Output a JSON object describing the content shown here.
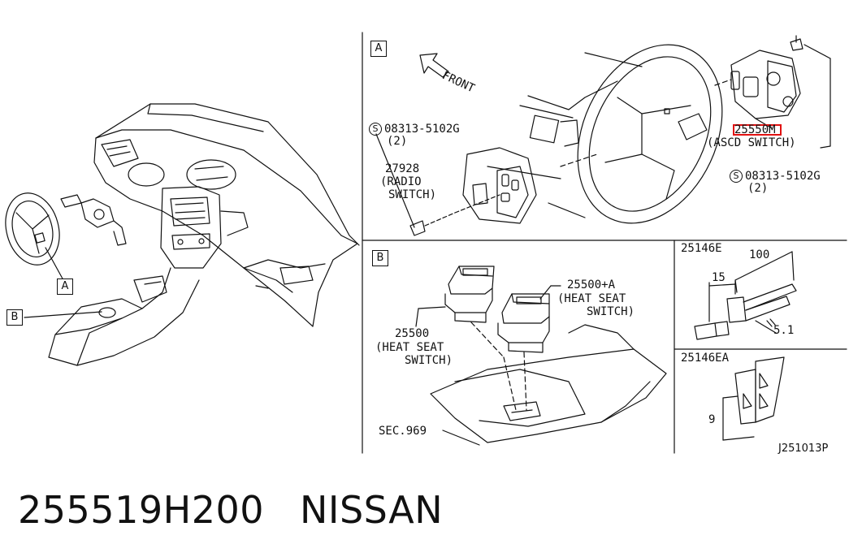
{
  "footer": {
    "part_number": "255519H200",
    "brand": "NISSAN"
  },
  "diagram_code": "J251013P",
  "panel_a": {
    "box_label": "A",
    "front_label": "FRONT",
    "screw_left": {
      "symbol": "S",
      "part": "08313-5102G",
      "qty": "(2)"
    },
    "screw_right": {
      "symbol": "S",
      "part": "08313-5102G",
      "qty": "(2)"
    },
    "radio_switch": {
      "part": "27928",
      "line1": "(RADIO",
      "line2": "SWITCH)"
    },
    "ascd_switch": {
      "part": "25550M",
      "name": "(ASCD SWITCH)"
    },
    "highlight_color": "#e11111"
  },
  "panel_b": {
    "box_label": "B",
    "heat_seat_left": {
      "part": "25500",
      "line1": "(HEAT SEAT",
      "line2": "SWITCH)"
    },
    "heat_seat_right": {
      "part": "25500+A",
      "line1": "(HEAT SEAT",
      "line2": "SWITCH)"
    },
    "section": "SEC.969"
  },
  "panel_e": {
    "part": "25146E",
    "dim_100": "100",
    "dim_15": "15",
    "dim_5_1": "5.1"
  },
  "panel_ea": {
    "part": "25146EA",
    "dim_9": "9"
  },
  "overview": {
    "callout_a": "A",
    "callout_b": "B"
  }
}
